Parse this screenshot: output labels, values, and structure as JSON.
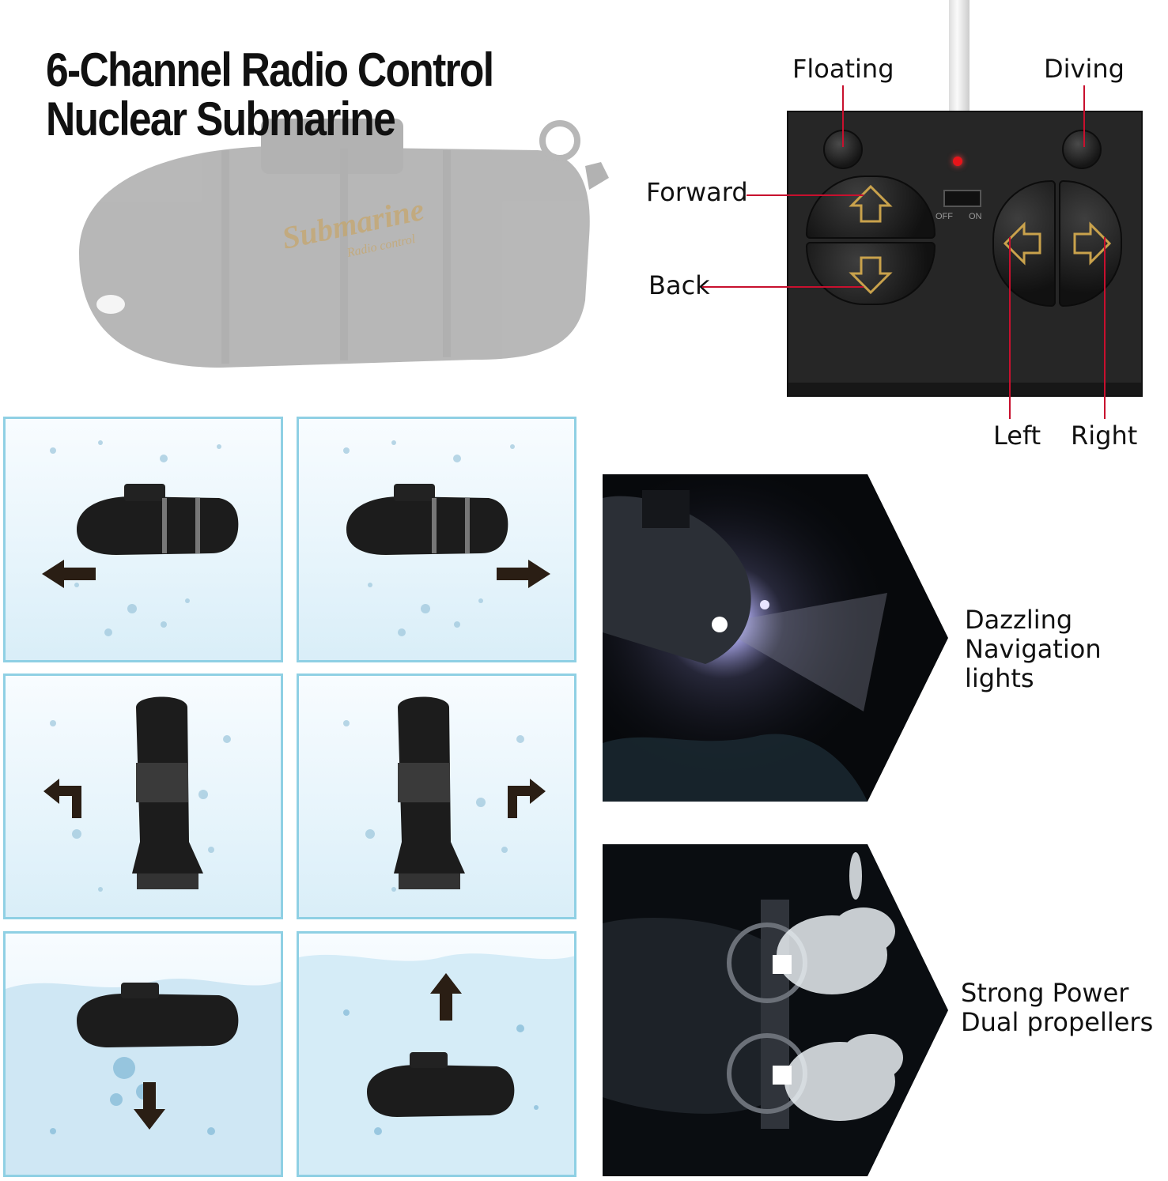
{
  "title": {
    "line1": "6-Channel Radio Control",
    "line2": "Nuclear Submarine"
  },
  "hero": {
    "hull_text": "Submarine",
    "hull_subtext": "Radio control"
  },
  "remote": {
    "labels": {
      "floating": "Floating",
      "diving": "Diving",
      "forward": "Forward",
      "back": "Back",
      "left": "Left",
      "right": "Right"
    },
    "switch": {
      "off": "OFF",
      "on": "ON"
    },
    "colors": {
      "body": "#262626",
      "led": "#e8141a",
      "lead_line": "#c8102e"
    }
  },
  "panels": [
    {
      "direction": "left",
      "arrow_icon": "arrow-left-icon"
    },
    {
      "direction": "right",
      "arrow_icon": "arrow-right-icon"
    },
    {
      "direction": "turn-left",
      "arrow_icon": "turn-left-icon"
    },
    {
      "direction": "turn-right",
      "arrow_icon": "turn-right-icon"
    },
    {
      "direction": "down",
      "arrow_icon": "arrow-down-icon"
    },
    {
      "direction": "up",
      "arrow_icon": "arrow-up-icon"
    }
  ],
  "features": [
    {
      "line1": "Dazzling",
      "line2": "Navigation lights"
    },
    {
      "line1": "Strong Power",
      "line2": "Dual propellers"
    }
  ],
  "colors": {
    "panel_border": "#8fd0e4",
    "water": "#d9eef8"
  }
}
